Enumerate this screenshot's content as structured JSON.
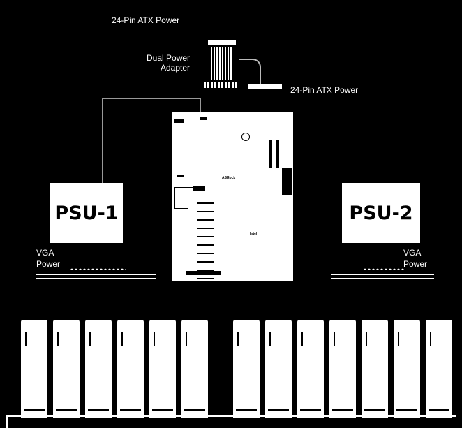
{
  "labels": {
    "atx_top": "24-Pin ATX Power",
    "adapter": "Dual Power\nAdapter",
    "atx_right": "24-Pin ATX Power",
    "vga_left": "VGA\nPower",
    "vga_right": "VGA\nPower"
  },
  "psu1": {
    "label": "PSU-1"
  },
  "psu2": {
    "label": "PSU-2"
  },
  "board": {
    "brand": "ASRock",
    "chip": "Intel"
  },
  "gpus_left": [
    "GPU",
    "GPU",
    "GPU",
    "GPU",
    "GPU",
    "GPU"
  ],
  "gpus_right": [
    "GPU",
    "GPU",
    "GPU",
    "GPU",
    "GPU",
    "GPU",
    "GPU"
  ]
}
